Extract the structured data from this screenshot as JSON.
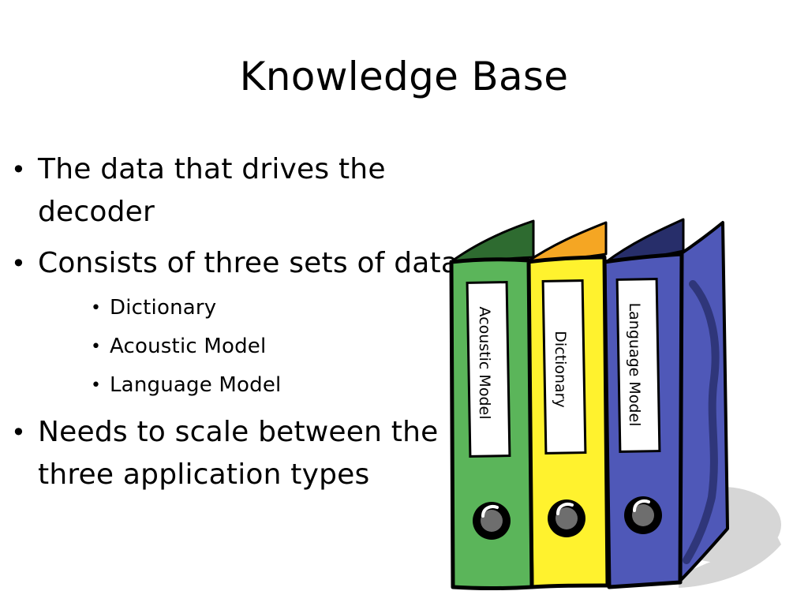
{
  "title": "Knowledge Base",
  "bullets": [
    "The data that drives the decoder",
    "Consists of three sets of data:",
    "Needs to scale between the three application types"
  ],
  "sub_bullets": [
    "Dictionary",
    "Acoustic Model",
    "Language Model"
  ],
  "binders": {
    "labels": [
      "Acoustic Model",
      "Dictionary",
      "Language Model"
    ],
    "colors": {
      "green": "#5BB55A",
      "green_top": "#2E6B30",
      "yellow": "#FFF22E",
      "yellow_top": "#F5A623",
      "blue": "#4F58B8",
      "blue_top": "#272E6A",
      "shadow": "#D6D6D6"
    }
  }
}
